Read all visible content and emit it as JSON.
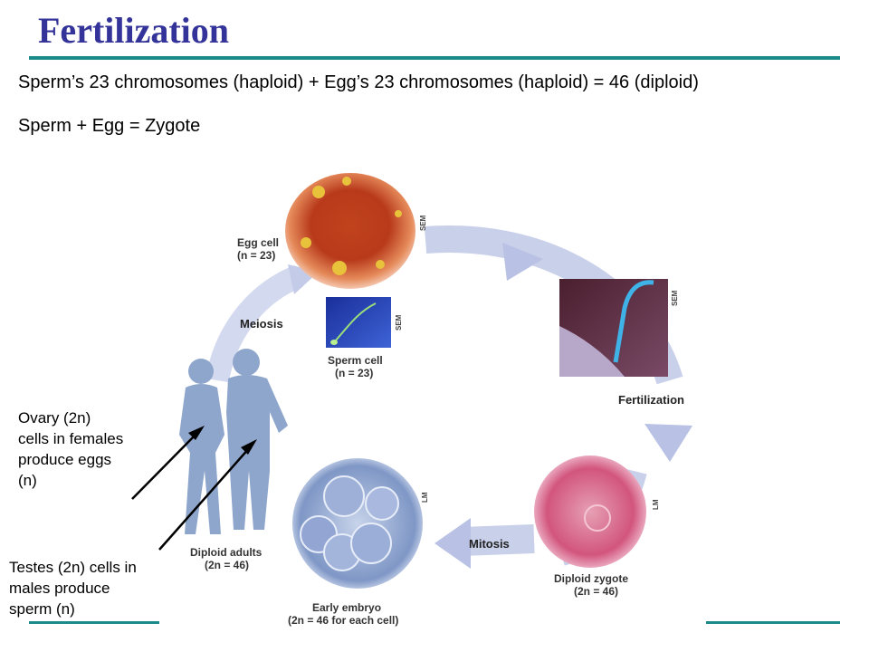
{
  "slide": {
    "title": "Fertilization",
    "line1": "Sperm’s 23 chromosomes (haploid) + Egg’s 23 chromosomes (haploid) = 46 (diploid)",
    "line2": "Sperm + Egg = Zygote"
  },
  "notes": {
    "ovary": [
      "Ovary (2n)",
      "cells in females",
      "produce eggs",
      "(n)"
    ],
    "testes": [
      "Testes (2n) cells in",
      "males produce",
      "sperm (n)"
    ]
  },
  "figure": {
    "egg": {
      "name": "Egg cell",
      "count": "(n = 23)",
      "tag": "SEM"
    },
    "sperm": {
      "name": "Sperm cell",
      "count": "(n = 23)",
      "tag": "SEM"
    },
    "fertilization_tag": "SEM",
    "zygote": {
      "name": "Diploid zygote",
      "count": "(2n = 46)",
      "tag": "LM"
    },
    "embryo": {
      "name": "Early embryo",
      "count": "(2n = 46 for each cell)",
      "tag": "LM"
    },
    "adults": {
      "name": "Diploid adults",
      "count": "(2n = 46)"
    },
    "stages": {
      "meiosis": "Meiosis",
      "fertilization": "Fertilization",
      "mitosis": "Mitosis"
    }
  },
  "colors": {
    "title": "#333399",
    "rule": "#1a8a8a",
    "cycle_arrow": "#c9d0ea",
    "silhouette": "#8ea6cc"
  }
}
